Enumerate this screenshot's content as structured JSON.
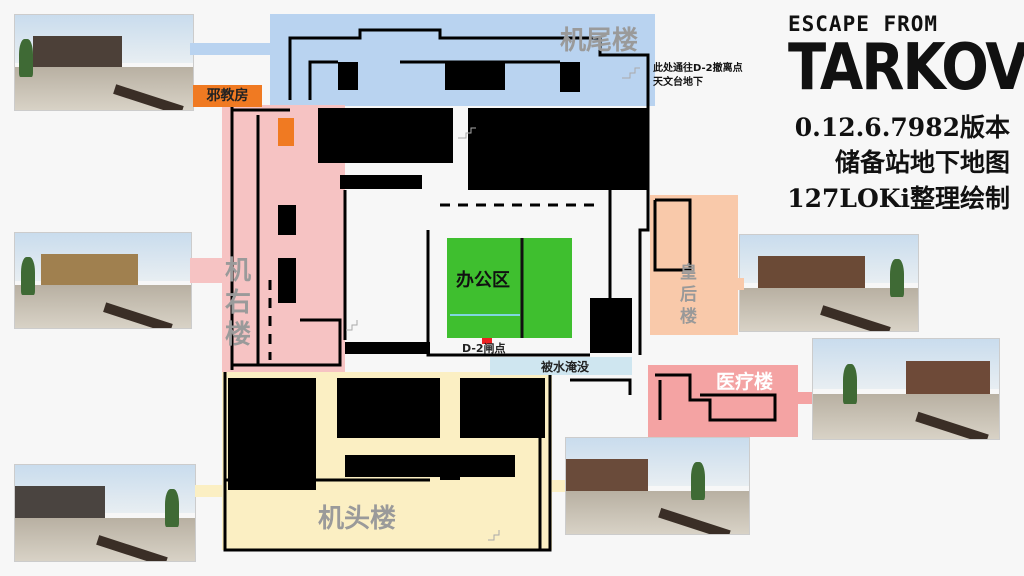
{
  "logo": {
    "line1": "ESCAPE FROM",
    "line2": "TARKOV",
    "accent": "#e8373f"
  },
  "info": {
    "version": "0.12.6.7982版本",
    "map_name": "储备站地下地图",
    "author": "127LOKi整理绘制"
  },
  "zones": {
    "tail": {
      "label": "机尾楼",
      "color": "#b9d3f0"
    },
    "cult": {
      "label": "邪教房",
      "color": "#f07a22"
    },
    "right_wing": {
      "label": "机右楼",
      "color": "#f6c3c3"
    },
    "queen": {
      "label": "皇后楼",
      "color": "#f9c9aa"
    },
    "medical": {
      "label": "医疗楼",
      "color": "#f4a3a3"
    },
    "head": {
      "label": "机头楼",
      "color": "#fbefc3"
    },
    "office": {
      "label": "办公区",
      "color": "#3fbf2f"
    },
    "flooded": {
      "label": "被水淹没",
      "color": "#cfe6f0"
    }
  },
  "annotations": {
    "d2_passage_line1": "此处通往D-2撤离点",
    "d2_passage_line2": "天文台地下",
    "d2_gate": "D-2闸点"
  }
}
